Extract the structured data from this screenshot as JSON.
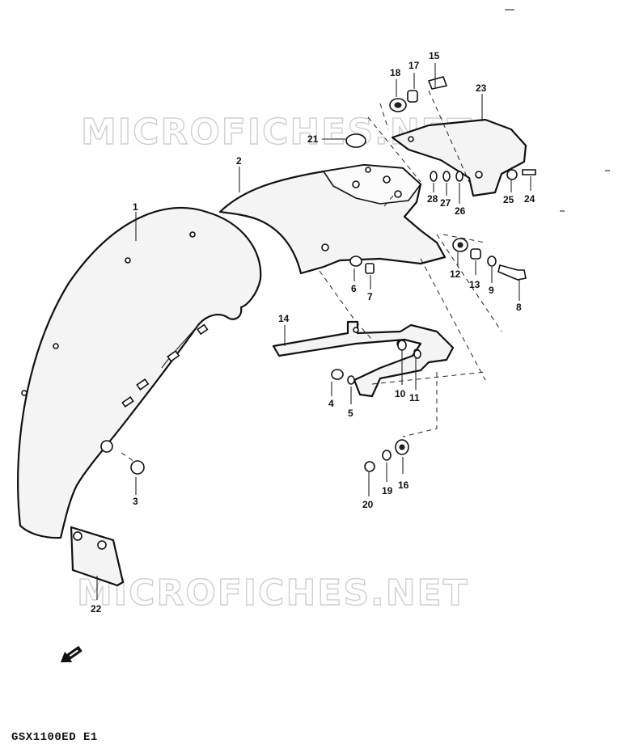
{
  "watermark": "MICROFICHES.NET",
  "model_code": "GSX1100ED E1",
  "callouts": [
    "1",
    "2",
    "3",
    "4",
    "5",
    "6",
    "7",
    "8",
    "9",
    "10",
    "11",
    "12",
    "13",
    "14",
    "15",
    "16",
    "17",
    "18",
    "19",
    "20",
    "21",
    "22",
    "23",
    "24",
    "25",
    "26",
    "27",
    "28"
  ],
  "direction_arrow_icon": "front-direction-arrow-icon"
}
